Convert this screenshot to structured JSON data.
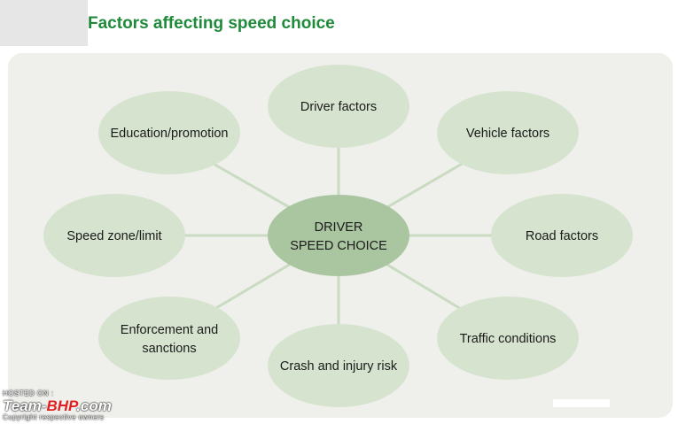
{
  "title": "Factors affecting speed choice",
  "colors": {
    "title": "#1e8a3a",
    "panel": "#efefec",
    "node_fill": "#d6e4cf",
    "center_fill": "#aac6a0",
    "connector": "#c9dbc1"
  },
  "center": {
    "line1": "DRIVER",
    "line2": "SPEED CHOICE"
  },
  "nodes": {
    "driver_factors": {
      "line1": "Driver factors"
    },
    "vehicle_factors": {
      "line1": "Vehicle factors"
    },
    "road_factors": {
      "line1": "Road factors"
    },
    "traffic_conditions": {
      "line1": "Traffic conditions"
    },
    "crash_injury_risk": {
      "line1": "Crash and injury risk"
    },
    "enforcement": {
      "line1": "Enforcement and",
      "line2": "sanctions"
    },
    "speed_zone": {
      "line1": "Speed zone/limit"
    },
    "education": {
      "line1": "Education/promotion"
    }
  },
  "watermark": {
    "hosted_on": "HOSTED ON :",
    "logo_prefix": "Team-",
    "logo_highlight": "BHP",
    "logo_suffix": ".com",
    "copyright": "Copyright respective owners"
  }
}
